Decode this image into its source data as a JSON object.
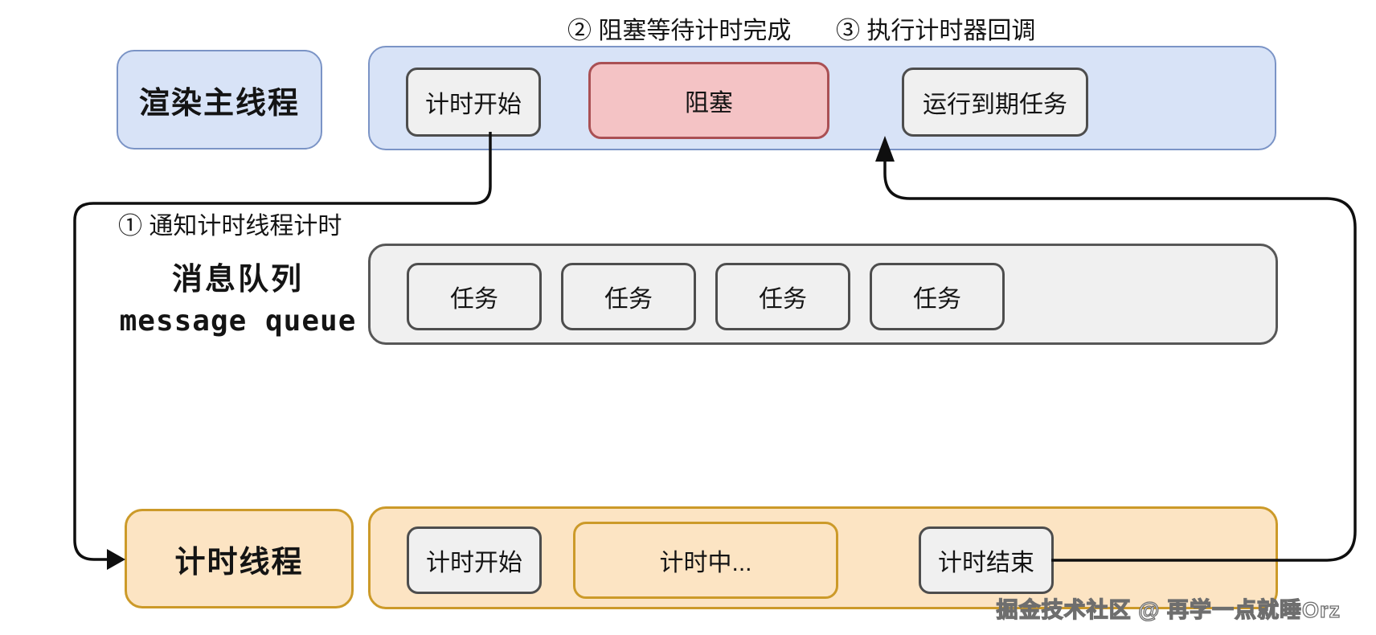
{
  "annotations": {
    "step1": "① 通知计时线程计时",
    "step2": "② 阻塞等待计时完成",
    "step3": "③ 执行计时器回调"
  },
  "main_thread": {
    "label": "渲染主线程",
    "timeline": {
      "timer_start": "计时开始",
      "blocked": "阻塞",
      "run_expired_tasks": "运行到期任务"
    }
  },
  "message_queue": {
    "label_zh": "消息队列",
    "label_en": "message queue",
    "tasks": [
      "任务",
      "任务",
      "任务",
      "任务"
    ]
  },
  "timer_thread": {
    "label": "计时线程",
    "timeline": {
      "timer_start": "计时开始",
      "timing": "计时中...",
      "timer_end": "计时结束"
    }
  },
  "watermark": "掘金技术社区 @ 再学一点就睡Orz",
  "colors": {
    "background": "#ffffff",
    "text": "#141414",
    "blue_fill": "#d8e3f7",
    "blue_border": "#7b94c6",
    "red_fill": "#f4c3c5",
    "red_border": "#aa5054",
    "gray_fill": "#f0f0f0",
    "gray_border": "#4d4d4d",
    "orange_fill": "#fce4c3",
    "orange_border": "#cc9a29",
    "arrow": "#0f0f0f"
  }
}
